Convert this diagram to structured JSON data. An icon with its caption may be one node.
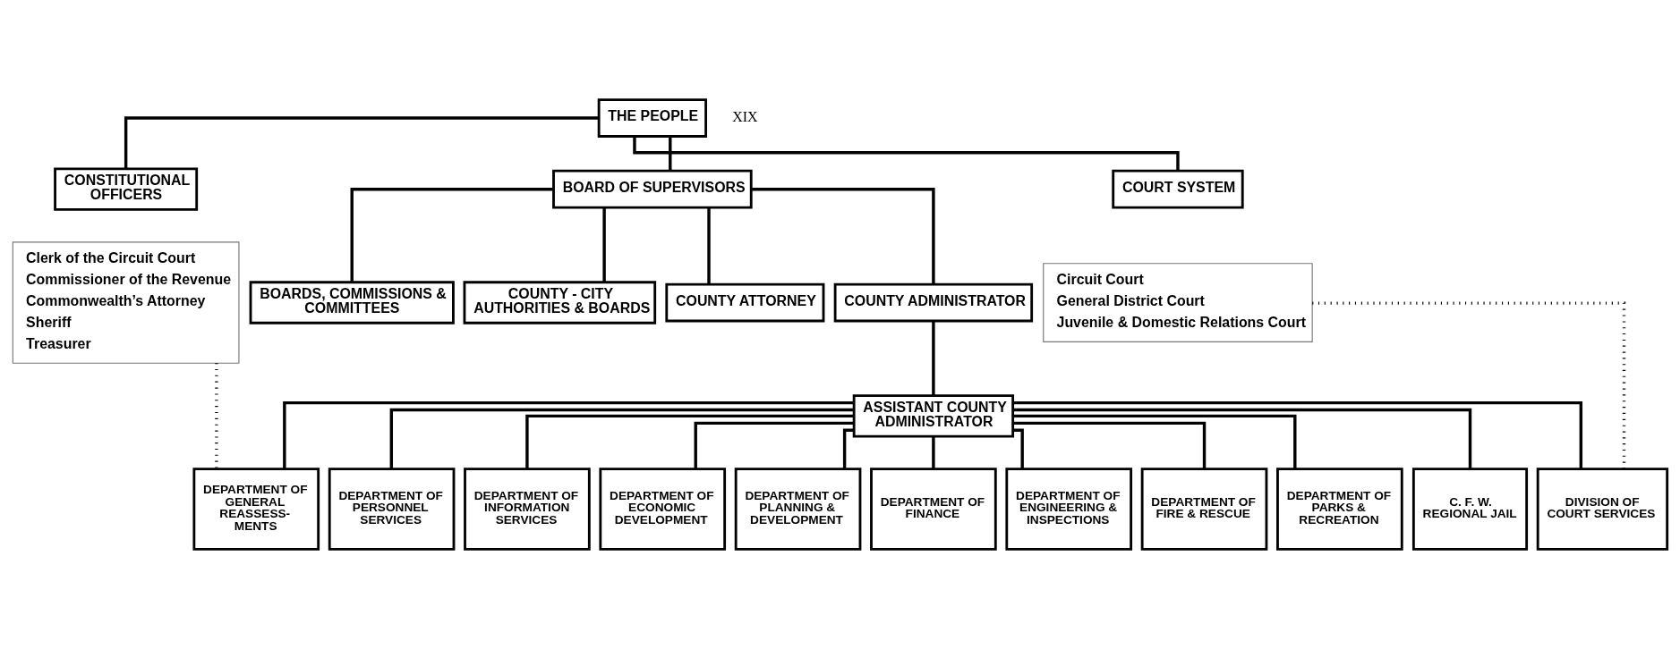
{
  "diagram": {
    "nodes": [
      {
        "text": [
          "THE PEOPLE"
        ]
      },
      {
        "text": [
          "CONSTITUTIONAL OFFICERS"
        ]
      },
      {
        "text": [
          "Clerk of the Circuit Court",
          "Commissioner of the Revenue",
          "Commonwealth’s Attorney",
          "Sheriff",
          "Treasurer"
        ]
      },
      {
        "text": [
          "BOARD OF SUPERVISORS"
        ]
      },
      {
        "text": [
          "COURT SYSTEM"
        ]
      },
      {
        "text": [
          "Circuit Court",
          "General District Court",
          "Juvenile & Domestic Relations Court"
        ]
      },
      {
        "text": [
          "BOARDS, COMMISSIONS & COMMITTEES"
        ]
      },
      {
        "text": [
          "COUNTY - CITY AUTHORITIES & BOARDS"
        ]
      },
      {
        "text": [
          "COUNTY ATTORNEY"
        ]
      },
      {
        "text": [
          "COUNTY ADMINISTRATOR"
        ]
      },
      {
        "text": [
          "ASSISTANT COUNTY ADMINISTRATOR"
        ]
      },
      {
        "text": [
          "DEPARTMENT OF GENERAL REASSESS- MENTS"
        ]
      },
      {
        "text": [
          "DEPARTMENT OF PERSONNEL SERVICES"
        ]
      },
      {
        "text": [
          "DEPARTMENT OF INFORMATION SERVICES"
        ]
      },
      {
        "text": [
          "DEPARTMENT OF ECONOMIC DEVELOPMENT"
        ]
      },
      {
        "text": [
          "DEPARTMENT OF PLANNING & DEVELOPMENT"
        ]
      },
      {
        "text": [
          "DEPARTMENT OF FINANCE"
        ]
      },
      {
        "text": [
          "DEPARTMENT OF ENGINEERING & INSPECTIONS"
        ]
      },
      {
        "text": [
          "DEPARTMENT OF FIRE & RESCUE"
        ]
      },
      {
        "text": [
          "DEPARTMENT OF PARKS & RECREATION"
        ]
      },
      {
        "text": [
          "C. F. W. REGIONAL JAIL"
        ]
      },
      {
        "text": [
          "DIVISION OF COURT SERVICES"
        ]
      }
    ],
    "edges": [
      {
        "from": 0,
        "to": 1,
        "arrow": "none"
      },
      {
        "from": 0,
        "to": 3,
        "arrow": "none"
      },
      {
        "from": 0,
        "to": 4,
        "arrow": "none"
      },
      {
        "from": 3,
        "to": 6,
        "arrow": "none"
      },
      {
        "from": 3,
        "to": 7,
        "arrow": "none"
      },
      {
        "from": 3,
        "to": 8,
        "arrow": "none"
      },
      {
        "from": 3,
        "to": 9,
        "arrow": "none"
      },
      {
        "from": 9,
        "to": 10,
        "arrow": "none"
      },
      {
        "from": 10,
        "to": 11,
        "arrow": "none"
      },
      {
        "from": 10,
        "to": 12,
        "arrow": "none"
      },
      {
        "from": 10,
        "to": 13,
        "arrow": "none"
      },
      {
        "from": 10,
        "to": 14,
        "arrow": "none"
      },
      {
        "from": 10,
        "to": 15,
        "arrow": "none"
      },
      {
        "from": 10,
        "to": 16,
        "arrow": "none"
      },
      {
        "from": 10,
        "to": 17,
        "arrow": "none"
      },
      {
        "from": 10,
        "to": 18,
        "arrow": "none"
      },
      {
        "from": 10,
        "to": 19,
        "arrow": "none"
      },
      {
        "from": 10,
        "to": 20,
        "arrow": "none"
      },
      {
        "from": 10,
        "to": 21,
        "arrow": "none"
      },
      {
        "from": 2,
        "to": 11,
        "arrow": "none",
        "style": "dashed"
      },
      {
        "from": 5,
        "to": 21,
        "arrow": "none",
        "style": "dashed"
      }
    ],
    "labels": [
      "XIX"
    ]
  }
}
